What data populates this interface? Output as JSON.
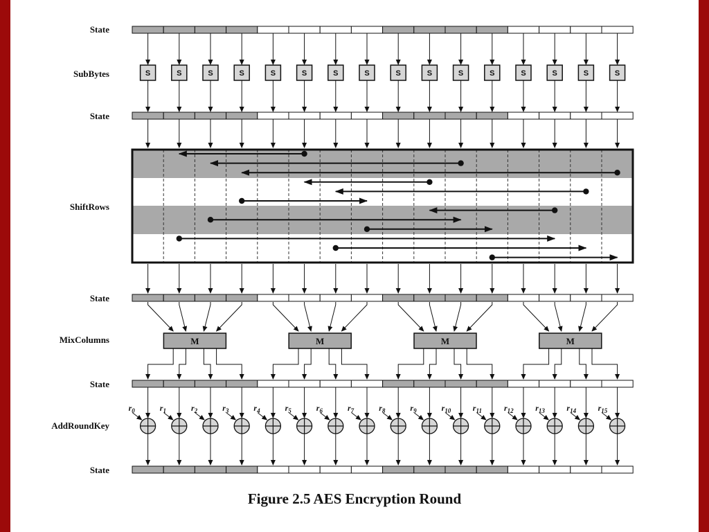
{
  "labels": {
    "state": "State",
    "subbytes": "SubBytes",
    "shiftrows": "ShiftRows",
    "mixcolumns": "MixColumns",
    "addroundkey": "AddRoundKey"
  },
  "sbox_label": "S",
  "mix_label": "M",
  "round_key_prefix": "r",
  "round_key_indices": [
    "0",
    "1",
    "2",
    "3",
    "4",
    "5",
    "6",
    "7",
    "8",
    "9",
    "10",
    "11",
    "12",
    "13",
    "14",
    "15"
  ],
  "caption": "Figure 2.5   AES Encryption Round",
  "colors": {
    "shaded": "#a9a9a9",
    "sbox_fill": "#d6d6d6",
    "line": "#111111",
    "border": "#9c0a0a"
  }
}
